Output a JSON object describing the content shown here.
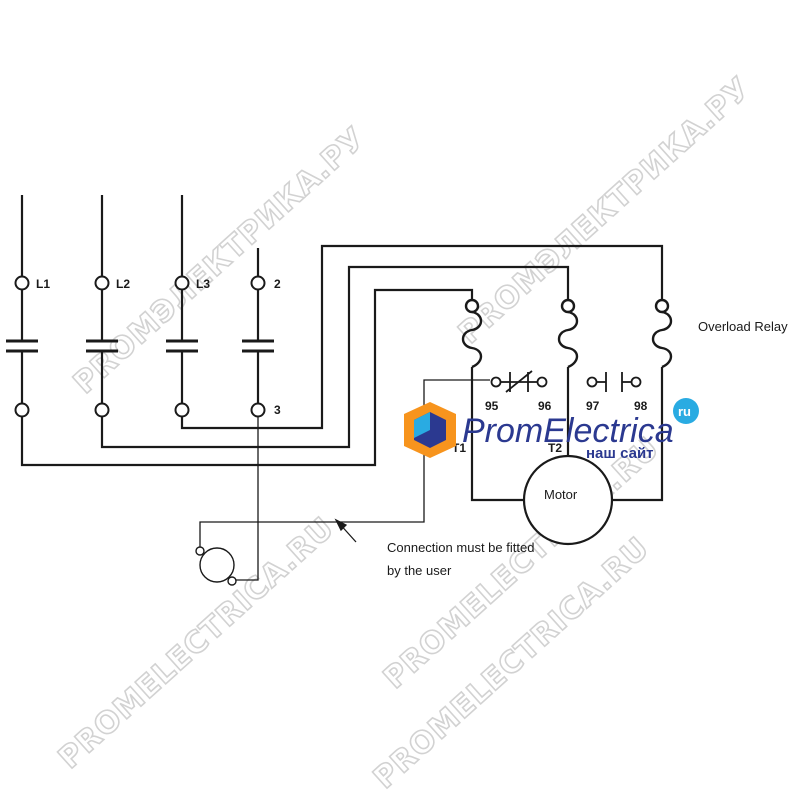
{
  "watermark": {
    "text_upper_left": "PROMЭЛЕКТРИКА.РУ",
    "text_upper_right": "PROMЭЛЕКТРИКА.РУ",
    "text_middle": "PROMELECTRICA.RU",
    "text_lower_left": "PROMELECTRICA.RU",
    "text_lower_right": "PROMELECTRICA.RU"
  },
  "logo": {
    "name": "PromElectrica",
    "tld": "ru",
    "tagline": "наш сайт",
    "colors": {
      "orange": "#f7941d",
      "blue": "#2b3990",
      "light_blue": "#29abe2"
    }
  },
  "terminals": {
    "l1": "L1",
    "l2": "L2",
    "l3": "L3",
    "t2_contact": "2",
    "t3_contact": "3",
    "nc_left": "95",
    "nc_right": "96",
    "no_left": "97",
    "no_right": "98",
    "t1": "T1",
    "t2": "T2"
  },
  "components": {
    "overload_relay": "Overload Relay",
    "motor": "Motor"
  },
  "annotation": {
    "line1": "Connection must be fitted",
    "line2": "by the user"
  },
  "colors": {
    "wire": "#1a1a1a",
    "watermark_stroke": "#d2d2d2"
  }
}
